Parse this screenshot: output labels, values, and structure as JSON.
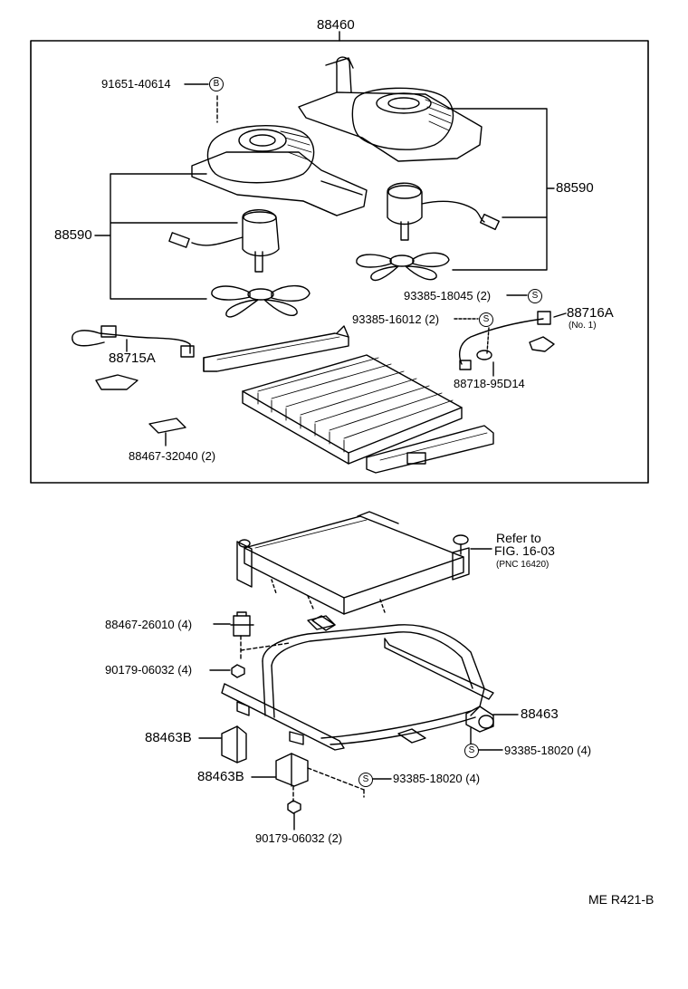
{
  "labels": {
    "assembly": "88460",
    "bolt_b_part": "91651-40614",
    "badge_b": "B",
    "badge_s": "S",
    "fan_left": "88590",
    "fan_right": "88590",
    "screw_18045": "93385-18045 (2)",
    "screw_16012": "93385-16012 (2)",
    "sensor": "88716A",
    "sensor_no": "(No. 1)",
    "harness": "88715A",
    "clamp": "88718-95D14",
    "pad_32040": "88467-32040 (2)",
    "refer_to": "Refer to",
    "fig_ref": "FIG. 16-03",
    "pnc_ref": "(PNC  16420)",
    "mount_26010": "88467-26010 (4)",
    "nut_06032_4": "90179-06032 (4)",
    "bracket_88463": "88463",
    "screw_18020_a": "93385-18020 (4)",
    "bracket_b1": "88463B",
    "bracket_b2": "88463B",
    "screw_18020_b": "93385-18020 (4)",
    "nut_06032_2": "90179-06032 (2)",
    "ref_code": "ME  R421-B"
  }
}
